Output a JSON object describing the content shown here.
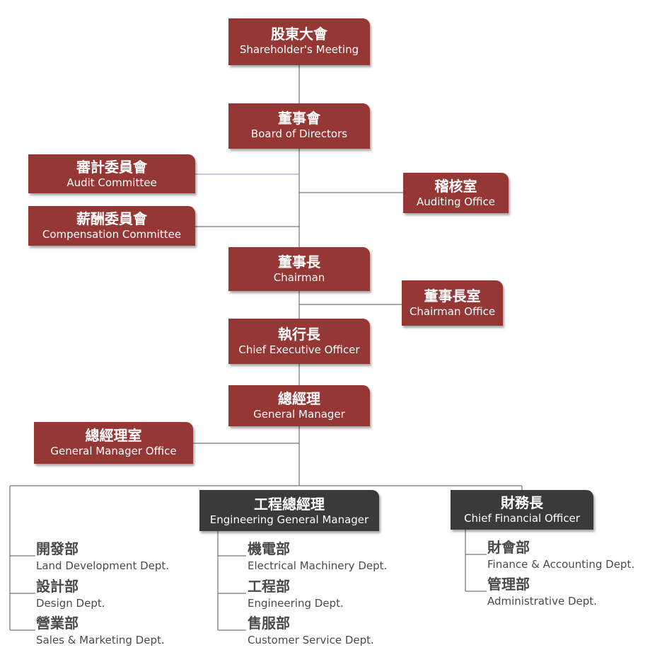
{
  "colors": {
    "box_red": "#953735",
    "box_dark": "#3a3a3a",
    "line": "#555555",
    "dept_text": "#4a4a4a"
  },
  "boxes": {
    "shareholders": {
      "zh": "股東大會",
      "en": "Shareholder's Meeting"
    },
    "board": {
      "zh": "董事會",
      "en": "Board of Directors"
    },
    "audit_committee": {
      "zh": "審計委員會",
      "en": "Audit Committee"
    },
    "compensation_committee": {
      "zh": "薪酬委員會",
      "en": "Compensation Committee"
    },
    "auditing_office": {
      "zh": "稽核室",
      "en": "Auditing Office"
    },
    "chairman": {
      "zh": "董事長",
      "en": "Chairman"
    },
    "chairman_office": {
      "zh": "董事長室",
      "en": "Chairman Office"
    },
    "ceo": {
      "zh": "執行長",
      "en": "Chief Executive Officer"
    },
    "general_manager": {
      "zh": "總經理",
      "en": "General Manager"
    },
    "gm_office": {
      "zh": "總經理室",
      "en": "General Manager Office"
    },
    "engineering_gm": {
      "zh": "工程總經理",
      "en": "Engineering General Manager"
    },
    "cfo": {
      "zh": "財務長",
      "en": "Chief Financial Officer"
    }
  },
  "departments": {
    "left": [
      {
        "zh": "開發部",
        "en": "Land Development Dept."
      },
      {
        "zh": "設計部",
        "en": "Design Dept."
      },
      {
        "zh": "營業部",
        "en": "Sales & Marketing Dept."
      }
    ],
    "engineering": [
      {
        "zh": "機電部",
        "en": "Electrical Machinery Dept."
      },
      {
        "zh": "工程部",
        "en": "Engineering Dept."
      },
      {
        "zh": "售服部",
        "en": "Customer Service Dept."
      }
    ],
    "finance": [
      {
        "zh": "財會部",
        "en": "Finance & Accounting Dept."
      },
      {
        "zh": "管理部",
        "en": "Administrative Dept."
      }
    ]
  }
}
